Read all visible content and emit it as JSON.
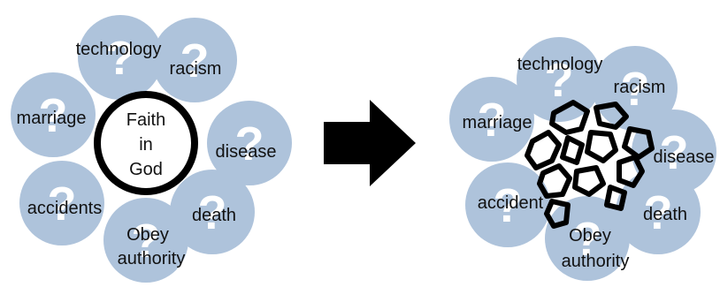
{
  "colors": {
    "bubble": "#aec3db",
    "question_mark": "#ffffff",
    "outline": "#000000",
    "text": "#111111"
  },
  "icons": {
    "bubble_mark": "question-mark",
    "connector": "right-arrow-icon"
  },
  "left_cluster": {
    "center": {
      "lines": [
        "Faith",
        "in",
        "God"
      ]
    },
    "topics": {
      "technology": "technology",
      "racism": "racism",
      "marriage": "marriage",
      "disease": "disease",
      "accidents": "accidents",
      "death": "death",
      "obey_1": "Obey",
      "obey_2": "authority"
    }
  },
  "right_cluster": {
    "center": {
      "state": "broken"
    },
    "topics": {
      "technology": "technology",
      "racism": "racism",
      "marriage": "marriage",
      "disease": "disease",
      "accident": "accident",
      "death": "death",
      "obey_1": "Obey",
      "obey_2": "authority"
    }
  }
}
